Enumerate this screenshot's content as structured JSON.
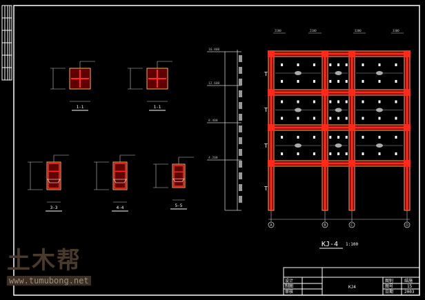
{
  "drawing": {
    "title": "KJ-4",
    "scale": "1:100",
    "sections": [
      "1-1",
      "1-1",
      "3-3",
      "4-4",
      "5-5"
    ],
    "levels": [
      "16.800",
      "12.600",
      "8.400",
      "4.200"
    ],
    "axes": [
      "A",
      "B",
      "C",
      "D"
    ],
    "span_labels": [
      "2100",
      "2100",
      "3300",
      "3300"
    ]
  },
  "title_block": {
    "drawing_name": "KJ4",
    "rows_left": [
      "设计",
      "制图",
      "审核"
    ],
    "rows_right_labels": [
      "图别",
      "图号",
      "日期"
    ],
    "rows_right_values": [
      "结施",
      "15",
      "2003"
    ]
  },
  "watermark": {
    "logo": "土木帮",
    "url": "www.tumubong.net"
  },
  "colors": {
    "background": "#000000",
    "concrete": "#ff2a1a",
    "outline": "#f0b060",
    "line": "#ffffff"
  }
}
